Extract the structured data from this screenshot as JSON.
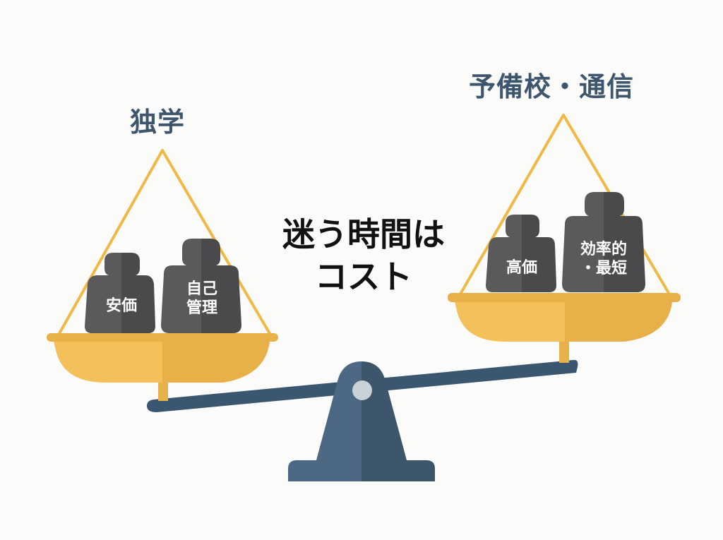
{
  "left_side": {
    "title": "独学",
    "weights": [
      {
        "label": "安価"
      },
      {
        "label_line1": "自己",
        "label_line2": "管理"
      }
    ]
  },
  "right_side": {
    "title": "予備校・通信",
    "weights": [
      {
        "label": "高価"
      },
      {
        "label_line1": "効率的",
        "label_line2": "・最短"
      }
    ]
  },
  "center_message": {
    "line1": "迷う時間は",
    "line2": "コスト"
  },
  "colors": {
    "title": "#3d566e",
    "pan_light": "#f4c05a",
    "pan_dark": "#e8b049",
    "rope": "#f0b945",
    "weight_light": "#5a5a5c",
    "weight_dark": "#4a4a4c",
    "beam": "#3b5670",
    "stand_light": "#4c6884",
    "stand_dark": "#3d566b",
    "pivot": "#c9d2d6"
  }
}
